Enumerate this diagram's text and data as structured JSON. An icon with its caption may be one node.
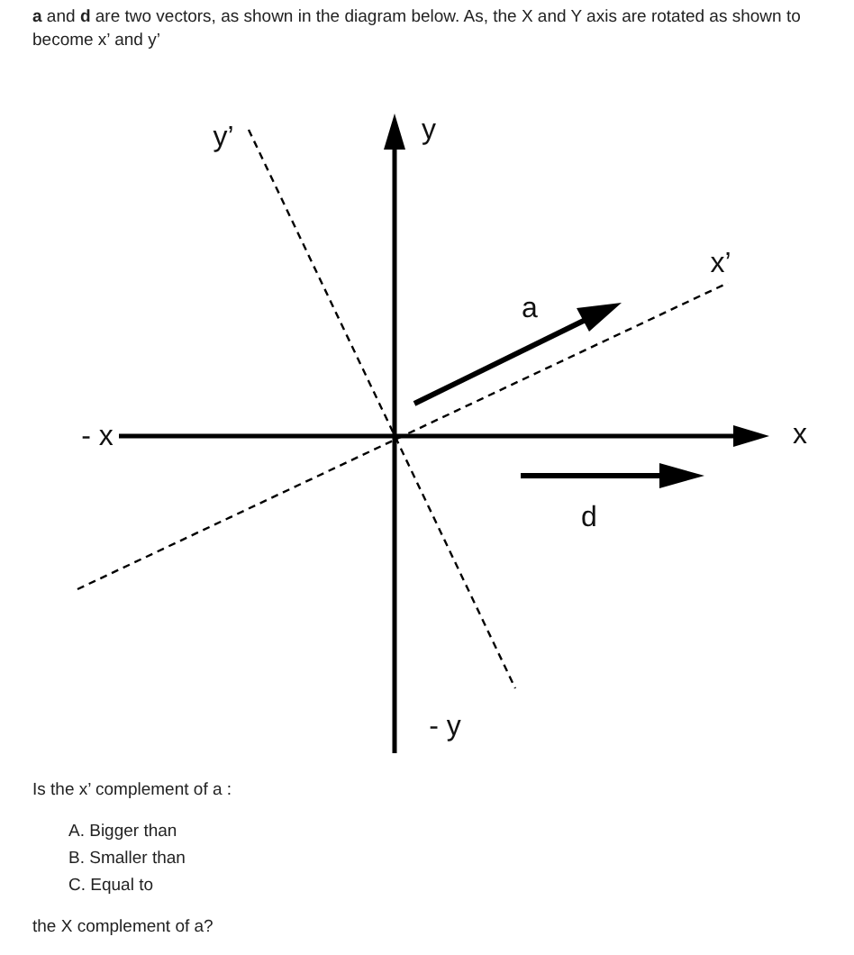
{
  "diagram": {
    "labels": [
      "**a** and **d** are two vectors, as  shown in the diagram below.  As, the X and Y axis are rotated as shown to become x’ and y’",
      "y’",
      "y",
      "x’",
      "a",
      "- x",
      "x",
      "d",
      "- y",
      "Is the x’ complement of a :",
      "A.  Bigger than",
      "B.  Smaller than",
      "C.  Equal to",
      "the X complement of a?"
    ]
  }
}
